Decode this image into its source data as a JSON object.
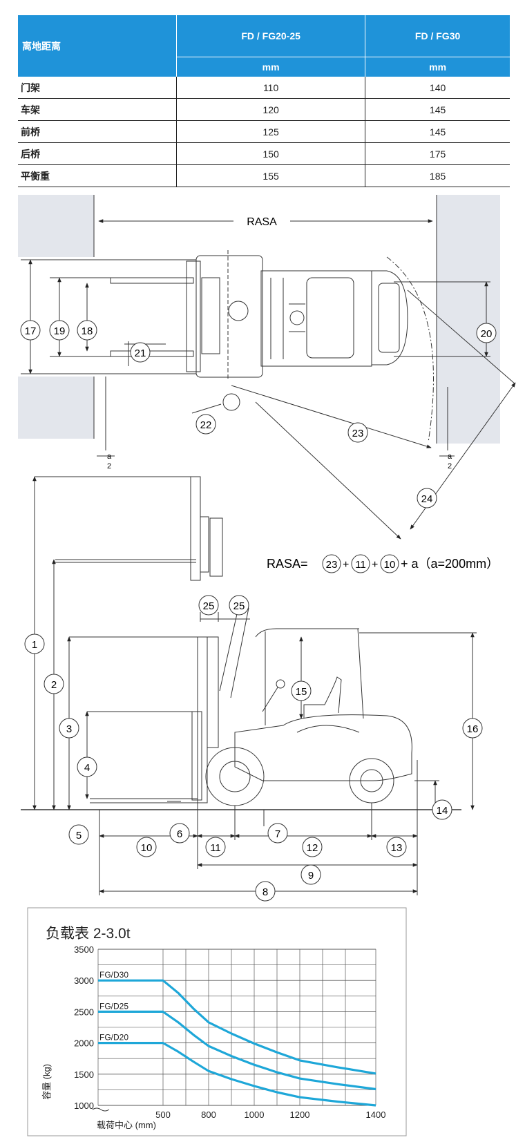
{
  "clearance_table": {
    "header": {
      "category": "离地距离",
      "models": [
        "FD / FG20-25",
        "FD / FG30"
      ],
      "units": [
        "mm",
        "mm"
      ]
    },
    "rows": [
      {
        "name": "门架",
        "values": [
          "110",
          "140"
        ]
      },
      {
        "name": "车架",
        "values": [
          "120",
          "145"
        ]
      },
      {
        "name": "前桥",
        "values": [
          "125",
          "145"
        ]
      },
      {
        "name": "后桥",
        "values": [
          "150",
          "175"
        ]
      },
      {
        "name": "平衡重",
        "values": [
          "155",
          "185"
        ]
      }
    ]
  },
  "top_view": {
    "rasa_label": "RASA",
    "a_num": "a",
    "a_den": "2",
    "callouts": [
      "17",
      "19",
      "18",
      "21",
      "20",
      "22",
      "23",
      "24"
    ]
  },
  "formula": {
    "prefix": "RASA=",
    "terms": [
      "23",
      "11",
      "10"
    ],
    "plus": "+",
    "suffix": "+ a（a=200mm）"
  },
  "side_view": {
    "callouts": [
      "1",
      "2",
      "3",
      "4",
      "5",
      "6",
      "7",
      "8",
      "9",
      "10",
      "11",
      "12",
      "13",
      "14",
      "15",
      "16",
      "25",
      "25"
    ]
  },
  "load_chart": {
    "title": "负载表 2-3.0t",
    "xlabel": "载荷中心 (mm)",
    "ylabel": "容量 (kg)",
    "line_color": "#1ea7d8",
    "chart_data": {
      "type": "line",
      "title": "负载表 2-3.0t",
      "xlabel": "载荷中心 (mm)",
      "ylabel": "容量 (kg)",
      "x_ticks": [
        "500",
        "800",
        "1000",
        "1200",
        "1400"
      ],
      "y_ticks": [
        "1000",
        "1500",
        "2000",
        "2500",
        "3000",
        "3500"
      ],
      "ylim": [
        1000,
        3500
      ],
      "grid": true,
      "series": [
        {
          "name": "FG/D30",
          "x": [
            100,
            500,
            600,
            700,
            800,
            900,
            1000,
            1100,
            1200,
            1300,
            1400
          ],
          "y": [
            3000,
            3000,
            2800,
            2550,
            2330,
            2150,
            1990,
            1850,
            1720,
            1610,
            1510
          ]
        },
        {
          "name": "FG/D25",
          "x": [
            100,
            500,
            600,
            700,
            800,
            900,
            1000,
            1100,
            1200,
            1300,
            1400
          ],
          "y": [
            2500,
            2500,
            2330,
            2130,
            1950,
            1790,
            1650,
            1530,
            1430,
            1340,
            1260
          ]
        },
        {
          "name": "FG/D20",
          "x": [
            100,
            500,
            600,
            700,
            800,
            900,
            1000,
            1100,
            1200,
            1300,
            1400
          ],
          "y": [
            2000,
            2000,
            1860,
            1700,
            1550,
            1420,
            1310,
            1210,
            1130,
            1060,
            1000
          ]
        }
      ]
    }
  }
}
